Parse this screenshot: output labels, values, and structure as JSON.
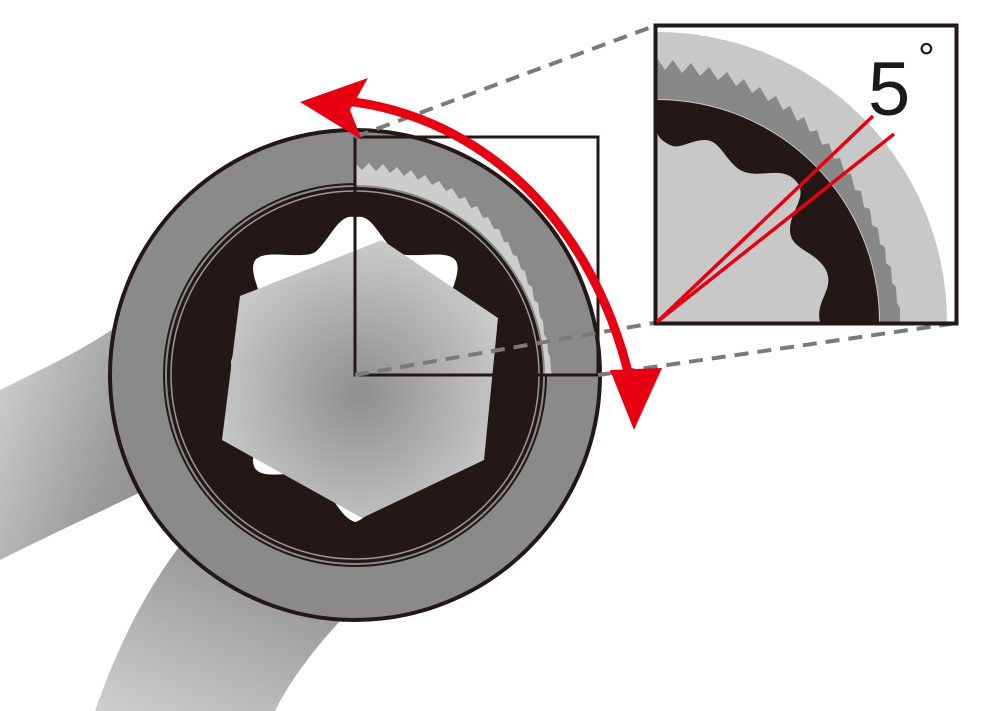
{
  "diagram": {
    "subject": "Ratcheting wrench 12-point box end with hex nut and fine-tooth ratchet gear",
    "angle_label": "5",
    "degree_symbol": "°",
    "elements": [
      "wrench-handle",
      "wrench-ring",
      "12-point-socket",
      "hex-nut",
      "ratchet-teeth",
      "rotation-arrow",
      "magnified-inset",
      "swing-angle-lines"
    ]
  },
  "colors": {
    "ring": "#8a8a8a",
    "ring_outline": "#231815",
    "socket": "#231815",
    "teeth": "#c8c8c8",
    "inset_outer": "#c8c8c8",
    "inset_mid": "#888888",
    "arrow": "#e60012",
    "dash": "#7a7a7a"
  }
}
